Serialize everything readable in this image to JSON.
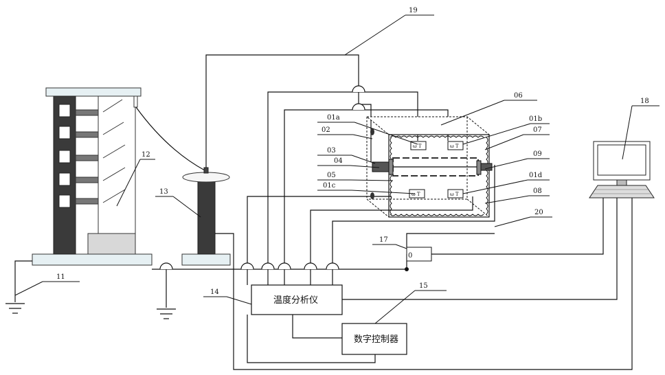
{
  "labels": {
    "l11": "11",
    "l12": "12",
    "l13": "13",
    "l14": "14",
    "l15": "15",
    "l17": "17",
    "l18": "18",
    "l19": "19",
    "l20": "20",
    "l06": "06",
    "l01a": "01a",
    "l01b": "01b",
    "l01c": "01c",
    "l01d": "01d",
    "l02": "02",
    "l03": "03",
    "l04": "04",
    "l05": "05",
    "l07": "07",
    "l08": "08",
    "l09": "09"
  },
  "boxes": {
    "temp_analyzer": "温度分析仪",
    "digital_controller": "数字控制器",
    "meter_reading": "0"
  },
  "sensor_glyph": "ω T"
}
